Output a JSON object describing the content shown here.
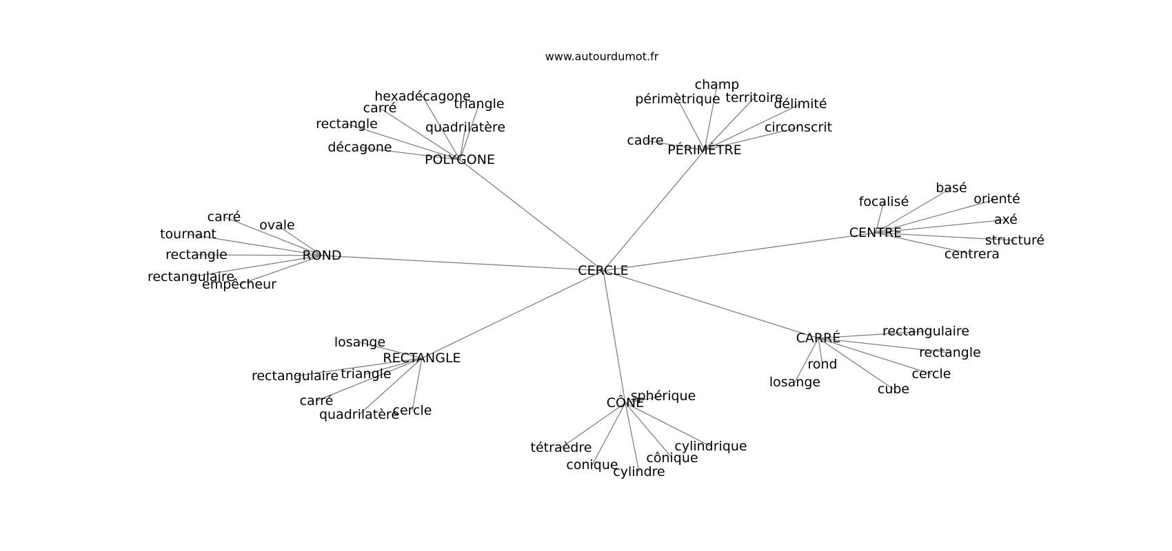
{
  "source": "www.autourdumot.fr",
  "graph": {
    "center": "CERCLE",
    "hubs": [
      {
        "id": "polygone",
        "label": "POLYGONE",
        "leaves": [
          "hexadécagone",
          "carré",
          "triangle",
          "rectangle",
          "quadrilatère",
          "décagone"
        ]
      },
      {
        "id": "perimetre",
        "label": "PÉRIMÈTRE",
        "leaves": [
          "champ",
          "périmètrique",
          "territoire",
          "délimité",
          "circonscrit",
          "cadre"
        ]
      },
      {
        "id": "centre",
        "label": "CENTRE",
        "leaves": [
          "basé",
          "focalisé",
          "orienté",
          "axé",
          "structuré",
          "centrera"
        ]
      },
      {
        "id": "carre",
        "label": "CARRÉ",
        "leaves": [
          "rectangulaire",
          "rectangle",
          "rond",
          "cercle",
          "losange",
          "cube"
        ]
      },
      {
        "id": "cone",
        "label": "CÔNE",
        "leaves": [
          "sphérique",
          "cylindrique",
          "tétraèdre",
          "cônique",
          "conique",
          "cylindre"
        ]
      },
      {
        "id": "rectangle",
        "label": "RECTANGLE",
        "leaves": [
          "losange",
          "triangle",
          "rectangulaire",
          "carré",
          "cercle",
          "quadrilatère"
        ]
      },
      {
        "id": "rond",
        "label": "ROND",
        "leaves": [
          "carré",
          "ovale",
          "tournant",
          "rectangle",
          "rectangulaire",
          "empêcheur"
        ]
      }
    ]
  }
}
